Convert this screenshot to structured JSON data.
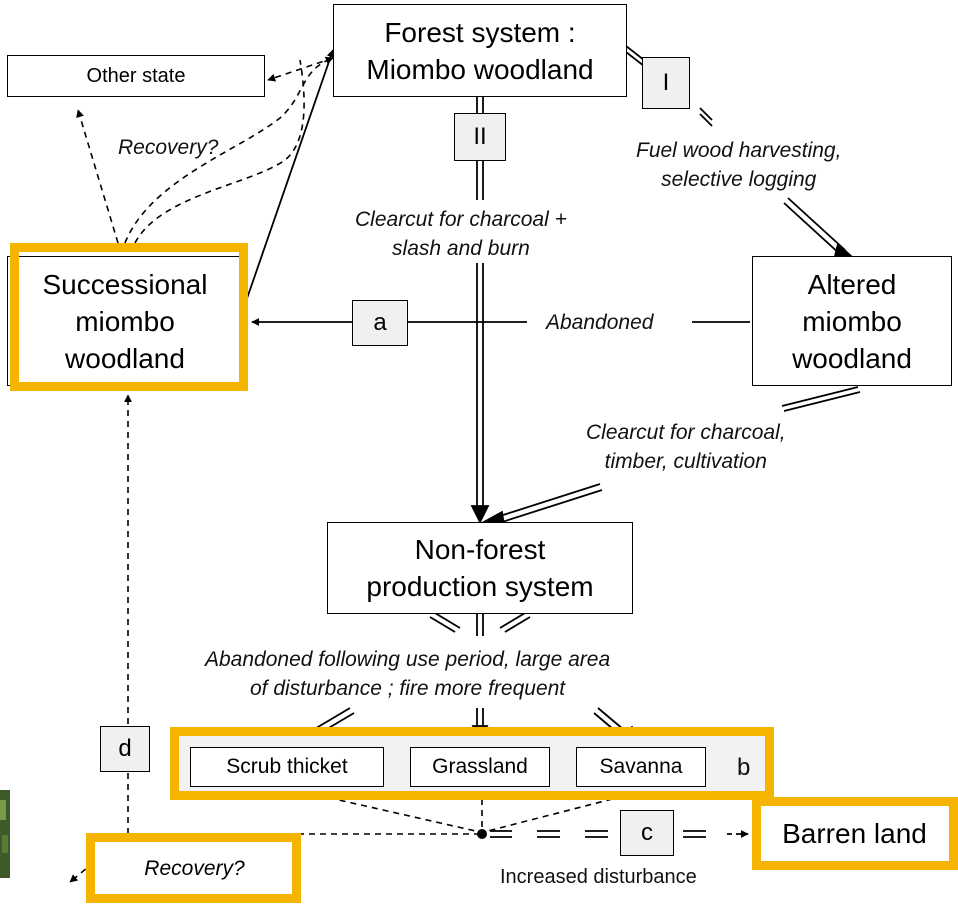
{
  "nodes": {
    "forest_system": "Forest system :\nMiombo woodland",
    "other_state": "Other state",
    "successional": "Successional\nmiombo\nwoodland",
    "altered": "Altered\nmiombo\nwoodland",
    "non_forest": "Non-forest\nproduction system",
    "scrub": "Scrub thicket",
    "grassland": "Grassland",
    "savanna": "Savanna",
    "barren": "Barren land",
    "recovery_bottom": "Recovery?"
  },
  "tags": {
    "I": "I",
    "II": "II",
    "a": "a",
    "b": "b",
    "c": "c",
    "d": "d"
  },
  "labels": {
    "recovery_top": "Recovery?",
    "fuel_wood": "Fuel wood harvesting,\nselective logging",
    "clearcut_charcoal_burn": "Clearcut for charcoal +\nslash and burn",
    "abandoned": "Abandoned",
    "clearcut_timber": "Clearcut for charcoal,\ntimber, cultivation",
    "abandoned_following": "Abandoned following use period, large area\nof disturbance ; fire more frequent",
    "increased_disturbance": "Increased disturbance"
  },
  "colors": {
    "highlight": "#F5B400",
    "tag_fill": "#f0f0f0",
    "stroke": "#000000"
  }
}
